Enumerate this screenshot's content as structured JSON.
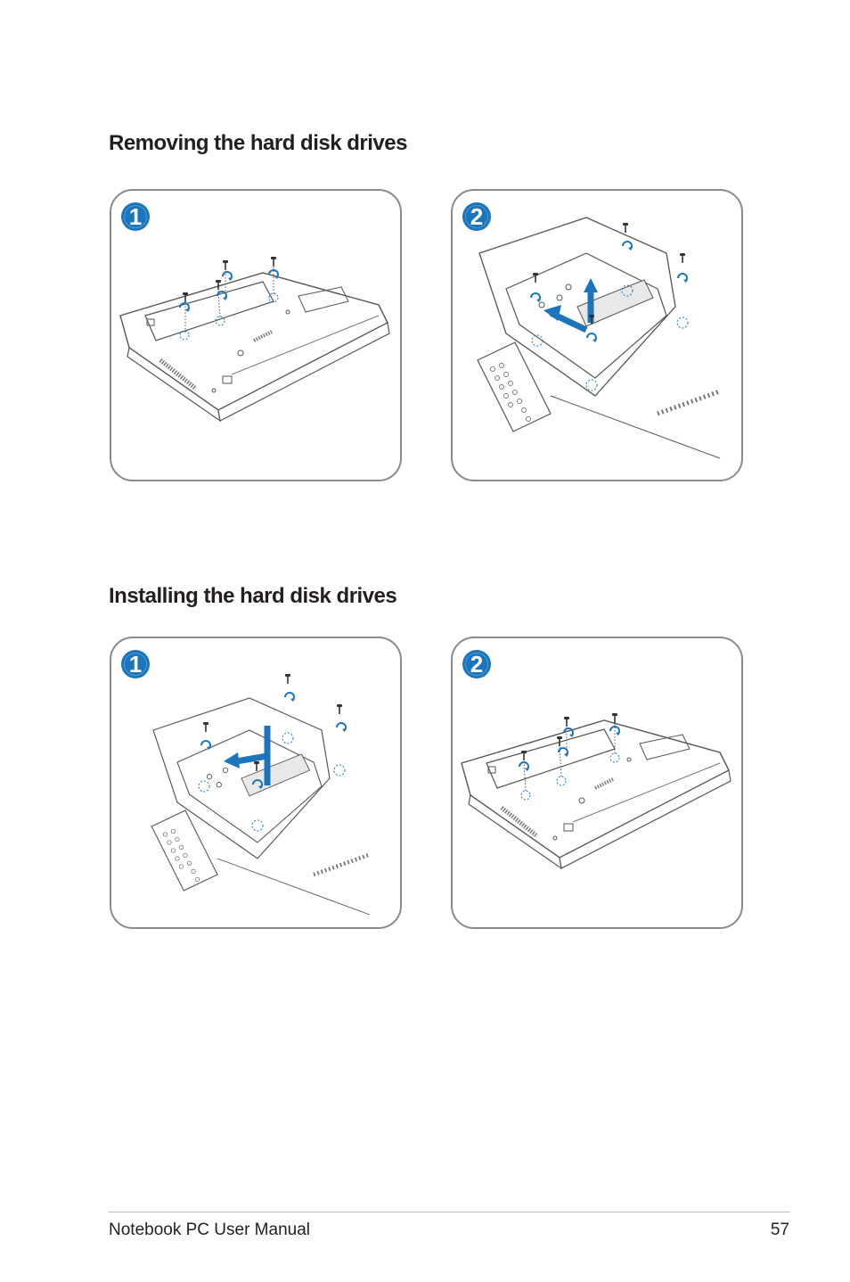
{
  "sections": {
    "removing": {
      "title": "Removing the hard disk drives",
      "steps": [
        "1",
        "2"
      ]
    },
    "installing": {
      "title": "Installing the hard disk drives",
      "steps": [
        "1",
        "2"
      ]
    }
  },
  "colors": {
    "accent": "#1b75bc",
    "panel_border": "#8a8a8a",
    "line_art": "#555555"
  },
  "footer": {
    "manual_title": "Notebook PC User Manual",
    "page_number": "57"
  }
}
